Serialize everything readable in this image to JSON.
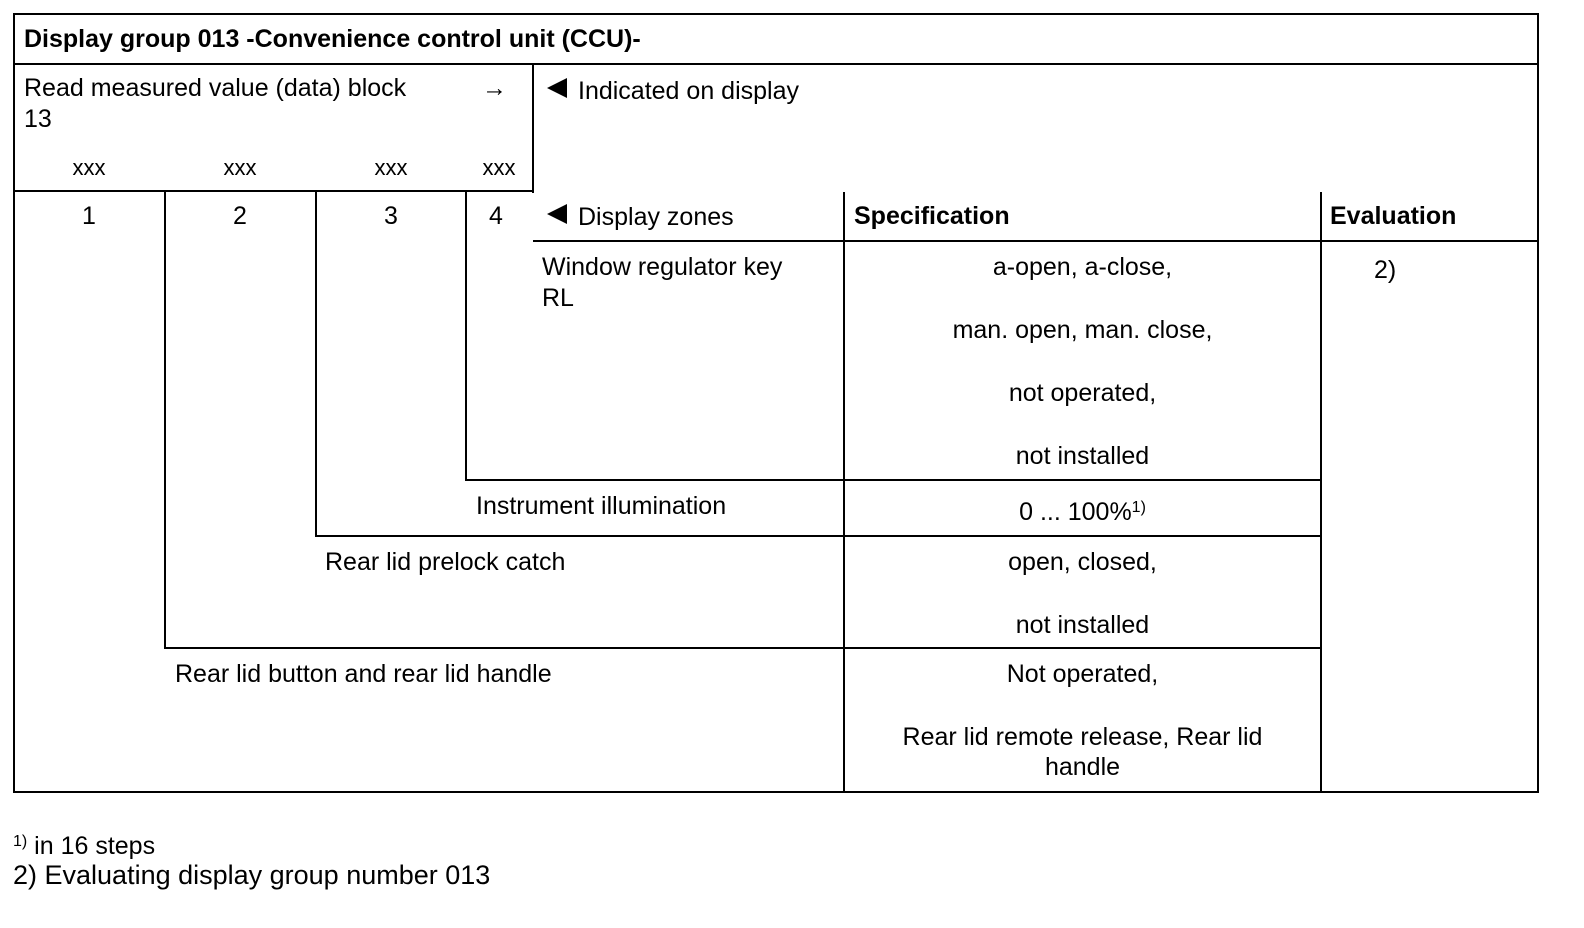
{
  "title": "Display group 013 -Convenience control unit (CCU)-",
  "read_block": {
    "label_line1": "Read measured value (data) block",
    "label_line2": "13",
    "arrow": "→",
    "xxx": [
      "xxx",
      "xxx",
      "xxx",
      "xxx"
    ],
    "numbers": [
      "1",
      "2",
      "3",
      "4"
    ]
  },
  "indicated_on_display": "Indicated on display",
  "headers": {
    "display_zones": "Display zones",
    "specification": "Specification",
    "evaluation": "Evaluation"
  },
  "zones": {
    "z4": {
      "label_line1": "Window regulator key",
      "label_line2": "RL",
      "spec": [
        "a-open, a-close,",
        "man. open, man. close,",
        "not operated,",
        "not installed"
      ],
      "evaluation": "2)"
    },
    "z3": {
      "label": "Instrument illumination",
      "spec": "0 ... 100%",
      "spec_sup": "1)"
    },
    "z2": {
      "label": "Rear lid prelock catch",
      "spec": [
        "open, closed,",
        "not installed"
      ]
    },
    "z1": {
      "label": "Rear lid button and rear lid handle",
      "spec": [
        "Not operated,",
        "Rear lid remote release, Rear lid",
        "handle"
      ]
    }
  },
  "footnotes": {
    "f1_sup": "1)",
    "f1_text": " in 16 steps",
    "f2": "2) Evaluating display group number 013"
  }
}
